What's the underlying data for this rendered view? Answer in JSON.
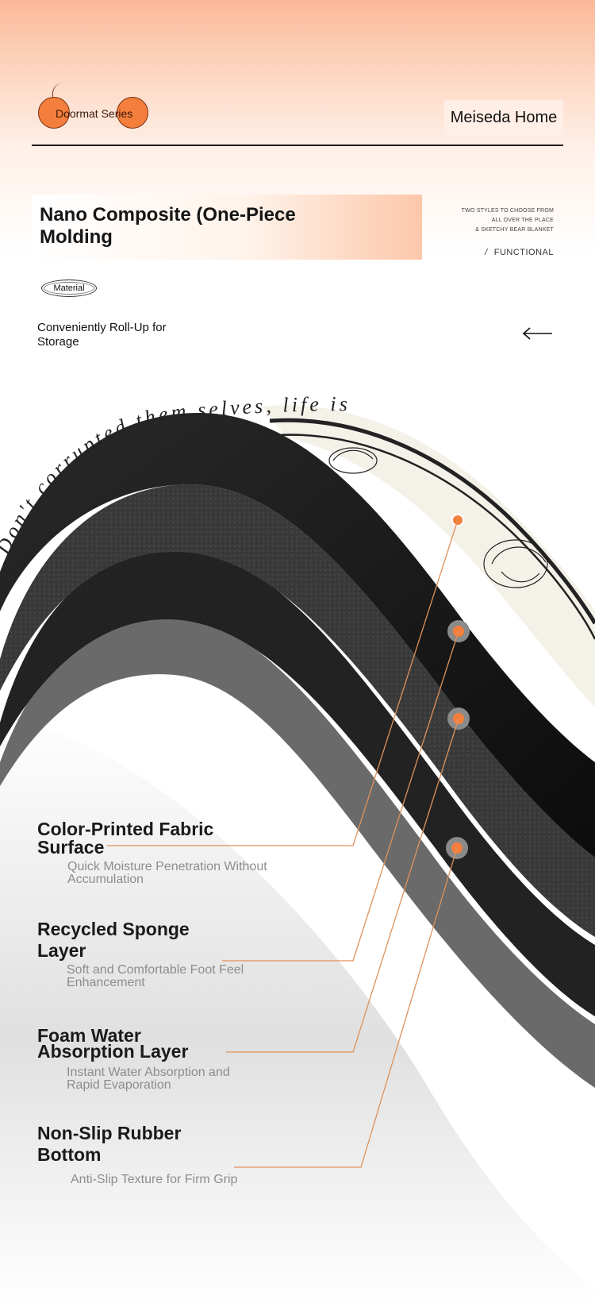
{
  "header": {
    "logo_text": "Doormat Series",
    "brand": "Meiseda Home"
  },
  "hero": {
    "title": "Nano Composite (One-Piece Molding",
    "side_notes": [
      "TWO STYLES TO CHOOSE FROM",
      "ALL OVER THE PLACE",
      "& SKETCHY BEAR BLANKET"
    ],
    "functional_label": "FUNCTIONAL",
    "material_badge": "Material",
    "roll_up_text": "Conveniently Roll-Up for Storage",
    "arrow_icon": "arrow-left-icon"
  },
  "print_text": "Don't  corrupted  them selves,  life is",
  "layers": [
    {
      "title": "Color-Printed Fabric Surface",
      "desc": "Quick Moisture Penetration Without Accumulation"
    },
    {
      "title": "Recycled Sponge Layer",
      "desc": "Soft and Comfortable Foot Feel Enhancement"
    },
    {
      "title": "Foam Water Absorption Layer",
      "desc": "Instant Water Absorption and Rapid Evaporation"
    },
    {
      "title": "Non-Slip Rubber Bottom",
      "desc": "Anti-Slip Texture for Firm Grip"
    }
  ],
  "colors": {
    "accent": "#f47f3c",
    "leader_line": "#e0915c",
    "title": "#1a1a1a",
    "desc": "#8d8d8d"
  }
}
